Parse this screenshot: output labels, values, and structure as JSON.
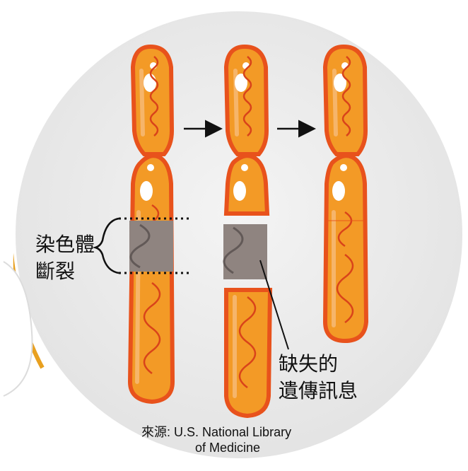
{
  "labels": {
    "chromosome_break_line1": "染色體",
    "chromosome_break_line2": "斷裂",
    "missing_info_line1": "缺失的",
    "missing_info_line2": "遺傳訊息"
  },
  "source": {
    "line1": "來源: U.S. National Library",
    "line2": "of Medicine"
  },
  "colors": {
    "circle_bg": "#ebebeb",
    "circle_border": "#ffffff",
    "gold_ring": "#e8a020",
    "chromosome_outer": "#e8521c",
    "chromosome_inner": "#f39a26",
    "chromosome_highlight": "#f6b56a",
    "squiggle": "#d9431a",
    "break_segment": "#8f8480",
    "break_squiggle": "#625957"
  },
  "icons": [
    "arrow-right-icon",
    "arrow-right-icon"
  ]
}
